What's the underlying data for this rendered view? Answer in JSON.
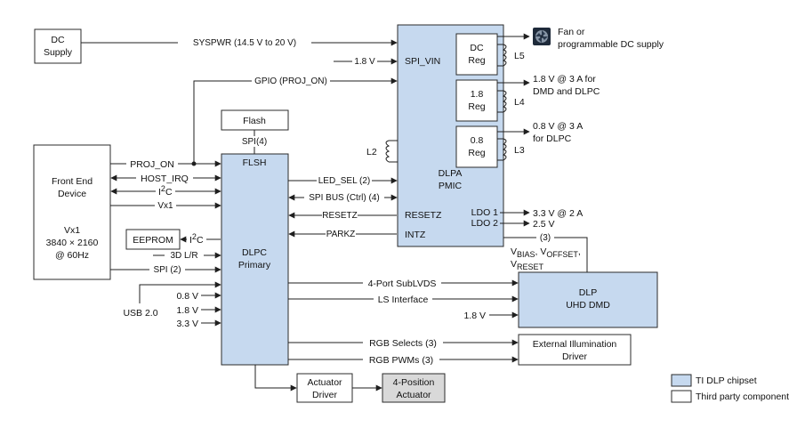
{
  "blocks": {
    "dc_supply": [
      "DC",
      "Supply"
    ],
    "front_end": {
      "title": [
        "Front End",
        "Device"
      ],
      "vx1": "Vx1",
      "resolution": "3840 × 2160",
      "rate": "@ 60Hz"
    },
    "eeprom": "EEPROM",
    "flash": "Flash",
    "dlpc": {
      "flsh": "FLSH",
      "name": [
        "DLPC",
        "Primary"
      ]
    },
    "dlpa": {
      "spi_vin": "SPI_VIN",
      "name": [
        "DLPA",
        "PMIC"
      ],
      "resetz": "RESETZ",
      "intz": "INTZ",
      "ldo1": "LDO 1",
      "ldo2": "LDO 2",
      "l2": "L2"
    },
    "regs": [
      {
        "lines": [
          "DC",
          "Reg"
        ],
        "inductor": "L5"
      },
      {
        "lines": [
          "1.8",
          "Reg"
        ],
        "inductor": "L4"
      },
      {
        "lines": [
          "0.8",
          "Reg"
        ],
        "inductor": "L3"
      }
    ],
    "dmd": [
      "DLP",
      "UHD DMD"
    ],
    "illumination": [
      "External Illumination",
      "Driver"
    ],
    "actuator_driver": [
      "Actuator",
      "Driver"
    ],
    "actuator": [
      "4-Position",
      "Actuator"
    ]
  },
  "signals": {
    "syspwr": "SYSPWR (14.5 V to 20 V)",
    "v18_in": "1.8 V",
    "gpio": "GPIO (PROJ_ON)",
    "spi4": "SPI(4)",
    "proj_on": "PROJ_ON",
    "host_irq": "HOST_IRQ",
    "i2c": "I",
    "i2c_sup": "2",
    "i2c_end": "C",
    "vx1": "Vx1",
    "eeprom_i2c": "I",
    "eeprom_i2c_sup": "2",
    "eeprom_i2c_end": "C",
    "lr3d": "3D L/R",
    "spi2": "SPI (2)",
    "led_sel": "LED_SEL (2)",
    "spi_bus": "SPI BUS (Ctrl) (4)",
    "resetz": "RESETZ",
    "parkz": "PARKZ",
    "subslvds": "4-Port SubLVDS",
    "ls_interface": "LS Interface",
    "rgb_selects": "RGB Selects (3)",
    "rgb_pwms": "RGB PWMs (3)",
    "usb": "USB 2.0",
    "v08": "0.8 V",
    "v18": "1.8 V",
    "v33": "3.3 V",
    "dmd_18": "1.8 V",
    "three": "(3)",
    "vbias": {
      "v": "V",
      "sub": "BIAS",
      "sep": ", "
    },
    "voffset": {
      "v": "V",
      "sub": "OFFSET",
      "sep": ","
    },
    "vreset": {
      "v": "V",
      "sub": "RESET"
    }
  },
  "outputs": {
    "fan": [
      "Fan or",
      "programmable DC supply"
    ],
    "out18": [
      "1.8 V @ 3 A for",
      "DMD and DLPC"
    ],
    "out08": [
      "0.8 V @ 3 A",
      "for DLPC"
    ],
    "ldo1": "3.3 V @ 2 A",
    "ldo2": "2.5 V"
  },
  "legend": [
    {
      "label": "TI DLP chipset",
      "color": "#c6d9ef"
    },
    {
      "label": "Third party component",
      "color": "#ffffff"
    }
  ],
  "colors": {
    "ti_chipset": "#c6d9ef",
    "third_party": "#ffffff",
    "actuator_fill": "#d9d9d9",
    "line": "#1f1f1f"
  }
}
